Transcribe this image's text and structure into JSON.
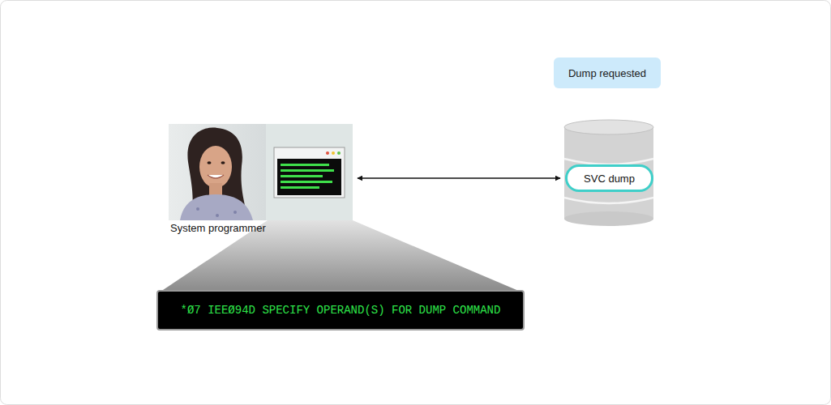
{
  "diagram": {
    "nodes": [
      {
        "text": [
          "Dump requested"
        ]
      },
      {
        "text": [
          "System programmer"
        ]
      },
      {
        "text": [
          "SVC dump"
        ]
      },
      {
        "text": [
          "*Ø7 IEEØ94D SPECIFY OPERAND(S) FOR DUMP COMMAND"
        ]
      }
    ],
    "edges": [
      {
        "from": 1,
        "to": 2,
        "arrow": "both"
      }
    ]
  }
}
